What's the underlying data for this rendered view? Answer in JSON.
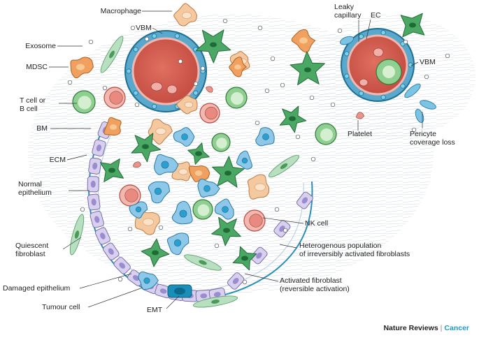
{
  "labels": {
    "macrophage": "Macrophage",
    "vbm_left": "VBM",
    "exosome": "Exosome",
    "mdsc": "MDSC",
    "t_b_cell": "T cell or\nB cell",
    "bm": "BM",
    "ecm": "ECM",
    "normal_epithelium": "Normal\nepithelium",
    "quiescent_fibroblast": "Quiescent\nfibroblast",
    "damaged_epithelium": "Damaged epithelium",
    "tumour_cell": "Tumour cell",
    "emt": "EMT",
    "leaky_capillary": "Leaky\ncapillary",
    "ec": "EC",
    "vbm_right": "VBM",
    "platelet": "Platelet",
    "pericyte": "Pericyte\ncoverage loss",
    "nk_cell": "NK cell",
    "heterogenous": "Heterogenous population\nof irreversibly activated fibroblasts",
    "activated_fibroblast": "Activated fibroblast\n(reversible activation)"
  },
  "credit": {
    "journal": "Nature Reviews",
    "section": "Cancer"
  },
  "colors": {
    "vessel_outer": "#2a8fb8",
    "vessel_inner": "#cf5a4e",
    "macrophage": "#f5c9a0",
    "mdsc": "#f0a060",
    "lymphocyte": "#8fcf8f",
    "nk": "#e88a80",
    "fibroblast": "#4aa864",
    "tumour": "#8ec8e8",
    "epithelium": "#d8d0ec",
    "accent": "#1a9bc8"
  }
}
